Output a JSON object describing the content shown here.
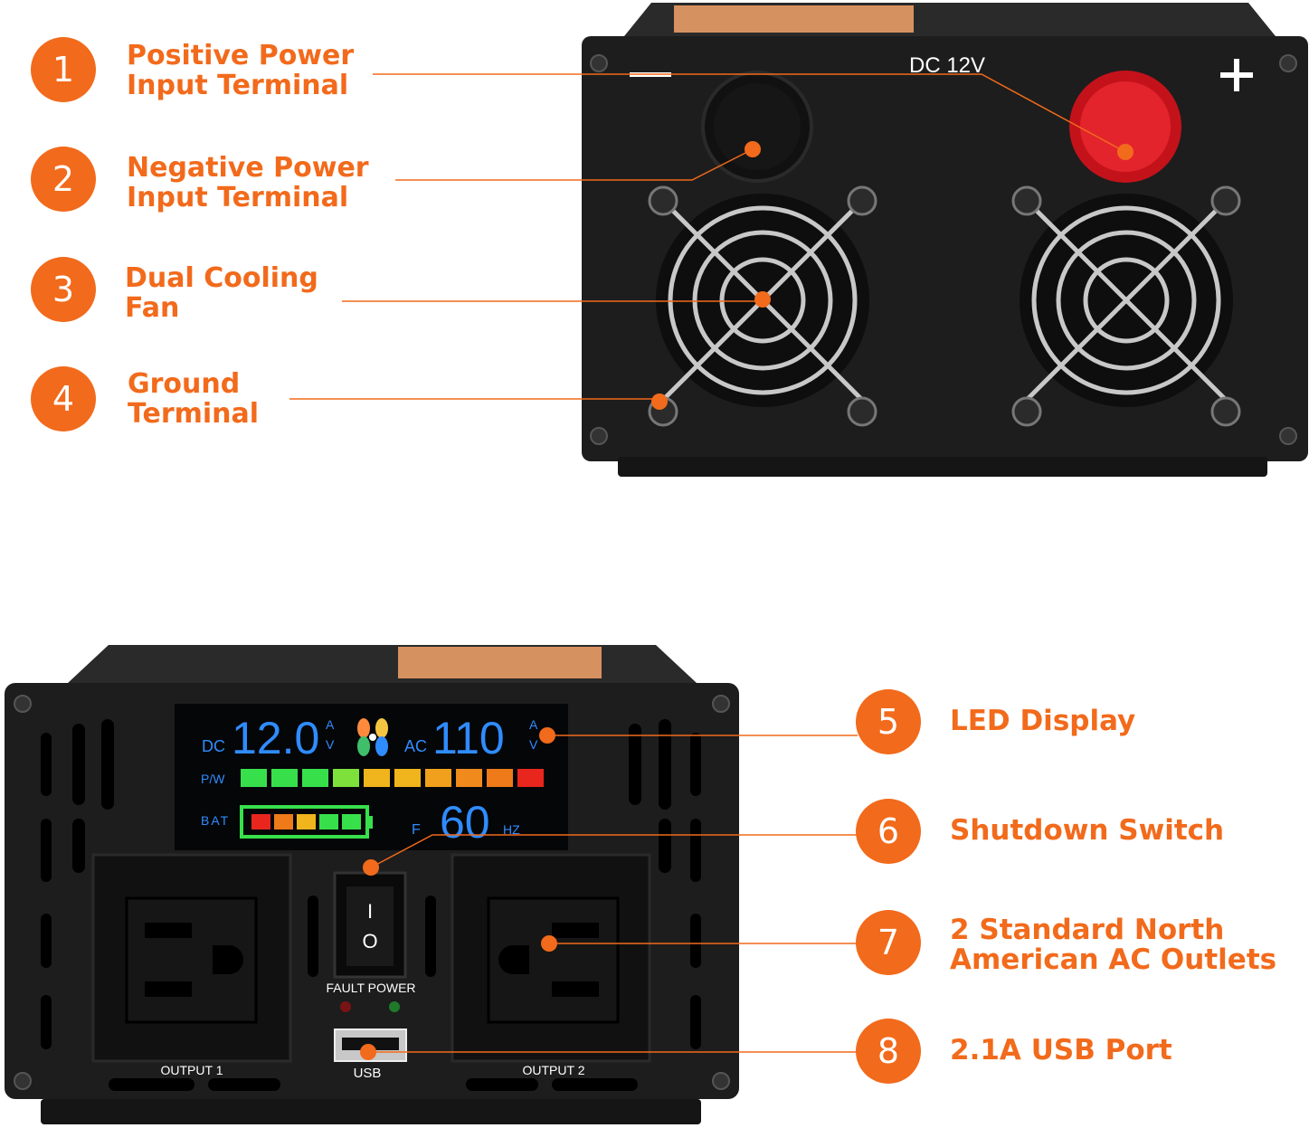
{
  "callouts": [
    {
      "number": "1",
      "line1": "Positive  Power",
      "line2": "Input Terminal"
    },
    {
      "number": "2",
      "line1": "Negative  Power",
      "line2": "Input Terminal"
    },
    {
      "number": "3",
      "line1": "Dual Cooling",
      "line2": "Fan"
    },
    {
      "number": "4",
      "line1": "Ground",
      "line2": "Terminal"
    },
    {
      "number": "5",
      "line1": "LED Display",
      "line2": ""
    },
    {
      "number": "6",
      "line1": "Shutdown Switch",
      "line2": ""
    },
    {
      "number": "7",
      "line1": "2 Standard North",
      "line2": "American AC Outlets"
    },
    {
      "number": "8",
      "line1": "2.1A USB Port",
      "line2": ""
    }
  ],
  "rear_panel": {
    "voltage_label": "DC 12V",
    "negative_symbol": "—",
    "positive_symbol": "+"
  },
  "front_panel": {
    "display": {
      "dc_label": "DC",
      "dc_value": "12.0",
      "dc_units_a": "A",
      "dc_units_v": "V",
      "ac_label": "AC",
      "ac_value": "110",
      "ac_units_a": "A",
      "ac_units_v": "V",
      "pw_label": "P/W",
      "bat_label": "BAT",
      "freq_label": "F",
      "freq_value": "60",
      "freq_unit": "HZ"
    },
    "switch_on": "I",
    "switch_off": "O",
    "indicator_labels": "FAULT POWER",
    "usb_label": "USB",
    "output1_label": "OUTPUT 1",
    "output2_label": "OUTPUT 2"
  },
  "colors": {
    "accent": "#f26a1b",
    "body": "#1a1a1a",
    "positive_terminal": "#e01b24",
    "lcd_blue": "#2f8cff"
  }
}
